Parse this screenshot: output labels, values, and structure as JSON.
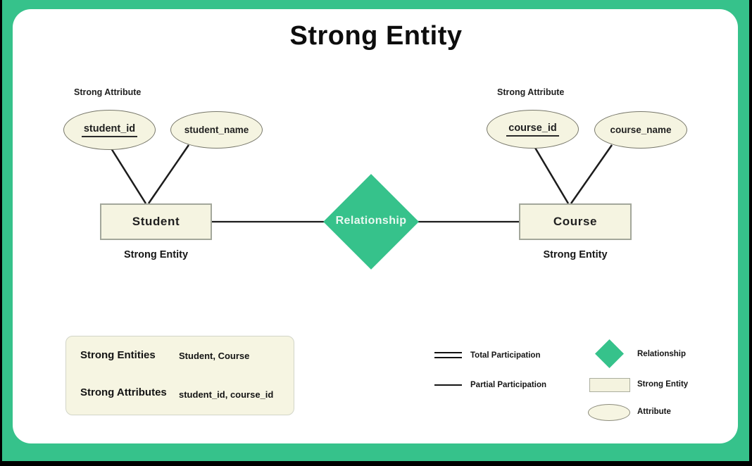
{
  "page": {
    "title": "Strong Entity"
  },
  "colors": {
    "accent_green": "#36C28B",
    "shape_fill_cream": "#F5F4E1",
    "entity_border_gray": "#A3A79B",
    "ellipse_border": "#77776A",
    "text_dark": "#141414",
    "canvas_white": "#FFFFFF",
    "frame_black": "#000000",
    "relationship_text": "#EAF8F1"
  },
  "diagram": {
    "left": {
      "attribute_group_label": "Strong Attribute",
      "key_attribute": "student_id",
      "attribute": "student_name",
      "entity": "Student",
      "entity_caption": "Strong Entity"
    },
    "relationship": {
      "label": "Relationship"
    },
    "right": {
      "attribute_group_label": "Strong Attribute",
      "key_attribute": "course_id",
      "attribute": "course_name",
      "entity": "Course",
      "entity_caption": "Strong Entity"
    }
  },
  "summary_box": {
    "rows": [
      {
        "label": "Strong Entities",
        "value": "Student, Course"
      },
      {
        "label": "Strong Attributes",
        "value": "student_id, course_id"
      }
    ]
  },
  "legend": {
    "line_items": [
      {
        "symbol": "double-line",
        "label": "Total Participation"
      },
      {
        "symbol": "single-line",
        "label": "Partial Participation"
      }
    ],
    "shape_items": [
      {
        "symbol": "diamond",
        "label": "Relationship"
      },
      {
        "symbol": "rectangle",
        "label": "Strong Entity"
      },
      {
        "symbol": "ellipse",
        "label": "Attribute"
      }
    ]
  }
}
